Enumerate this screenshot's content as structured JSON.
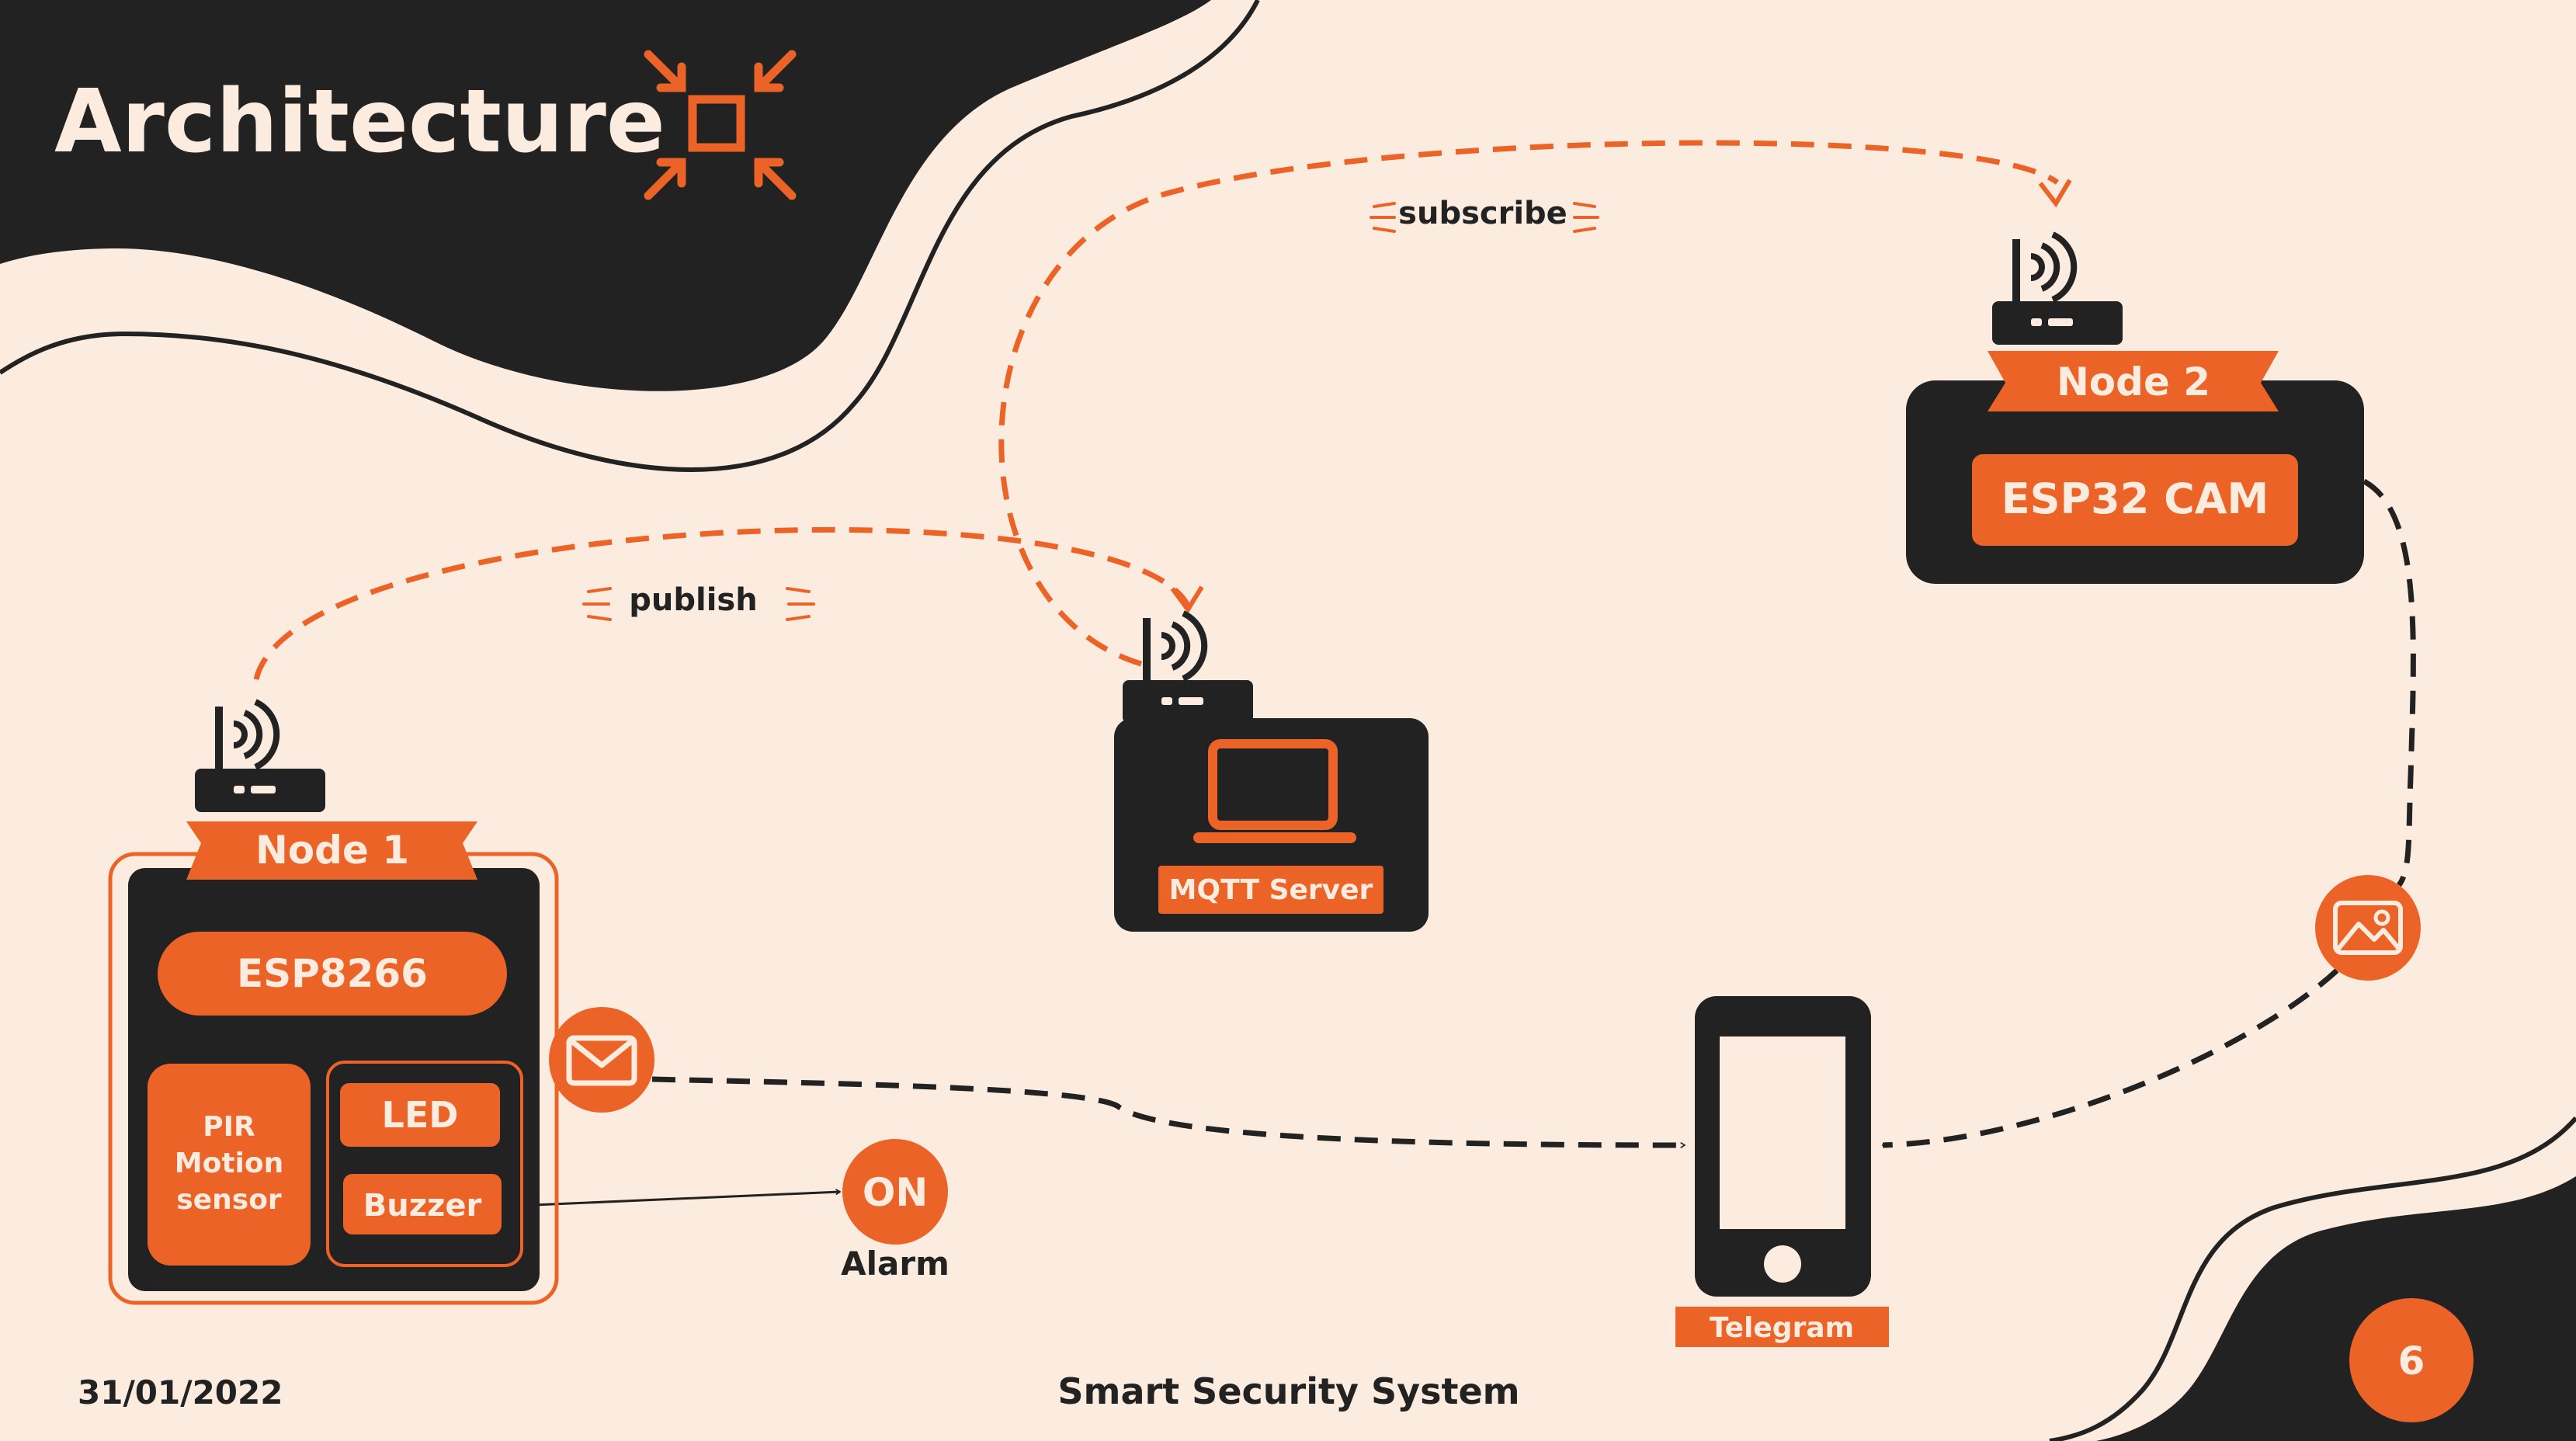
{
  "slide": {
    "title": "Architecture",
    "date": "31/01/2022",
    "footer": "Smart Security System",
    "page_number": "6"
  },
  "node1": {
    "banner": "Node 1",
    "board": "ESP8266",
    "sensor_line1": "PIR",
    "sensor_line2": "Motion",
    "sensor_line3": "sensor",
    "led": "LED",
    "buzzer": "Buzzer"
  },
  "node2": {
    "banner": "Node 2",
    "board": "ESP32 CAM"
  },
  "server": {
    "label": "MQTT Server"
  },
  "phone": {
    "label": "Telegram"
  },
  "alarm": {
    "badge": "ON",
    "label": "Alarm"
  },
  "flows": {
    "publish": "publish",
    "subscribe": "subscribe"
  },
  "icons": {
    "title_icon": "collapse-arrows-icon",
    "mail": "envelope-icon",
    "image": "image-icon",
    "wifi": "wifi-router-icon",
    "laptop": "laptop-icon",
    "phone": "smartphone-icon"
  },
  "colors": {
    "background": "#fcecdf",
    "dark": "#222222",
    "accent": "#ec6327"
  }
}
